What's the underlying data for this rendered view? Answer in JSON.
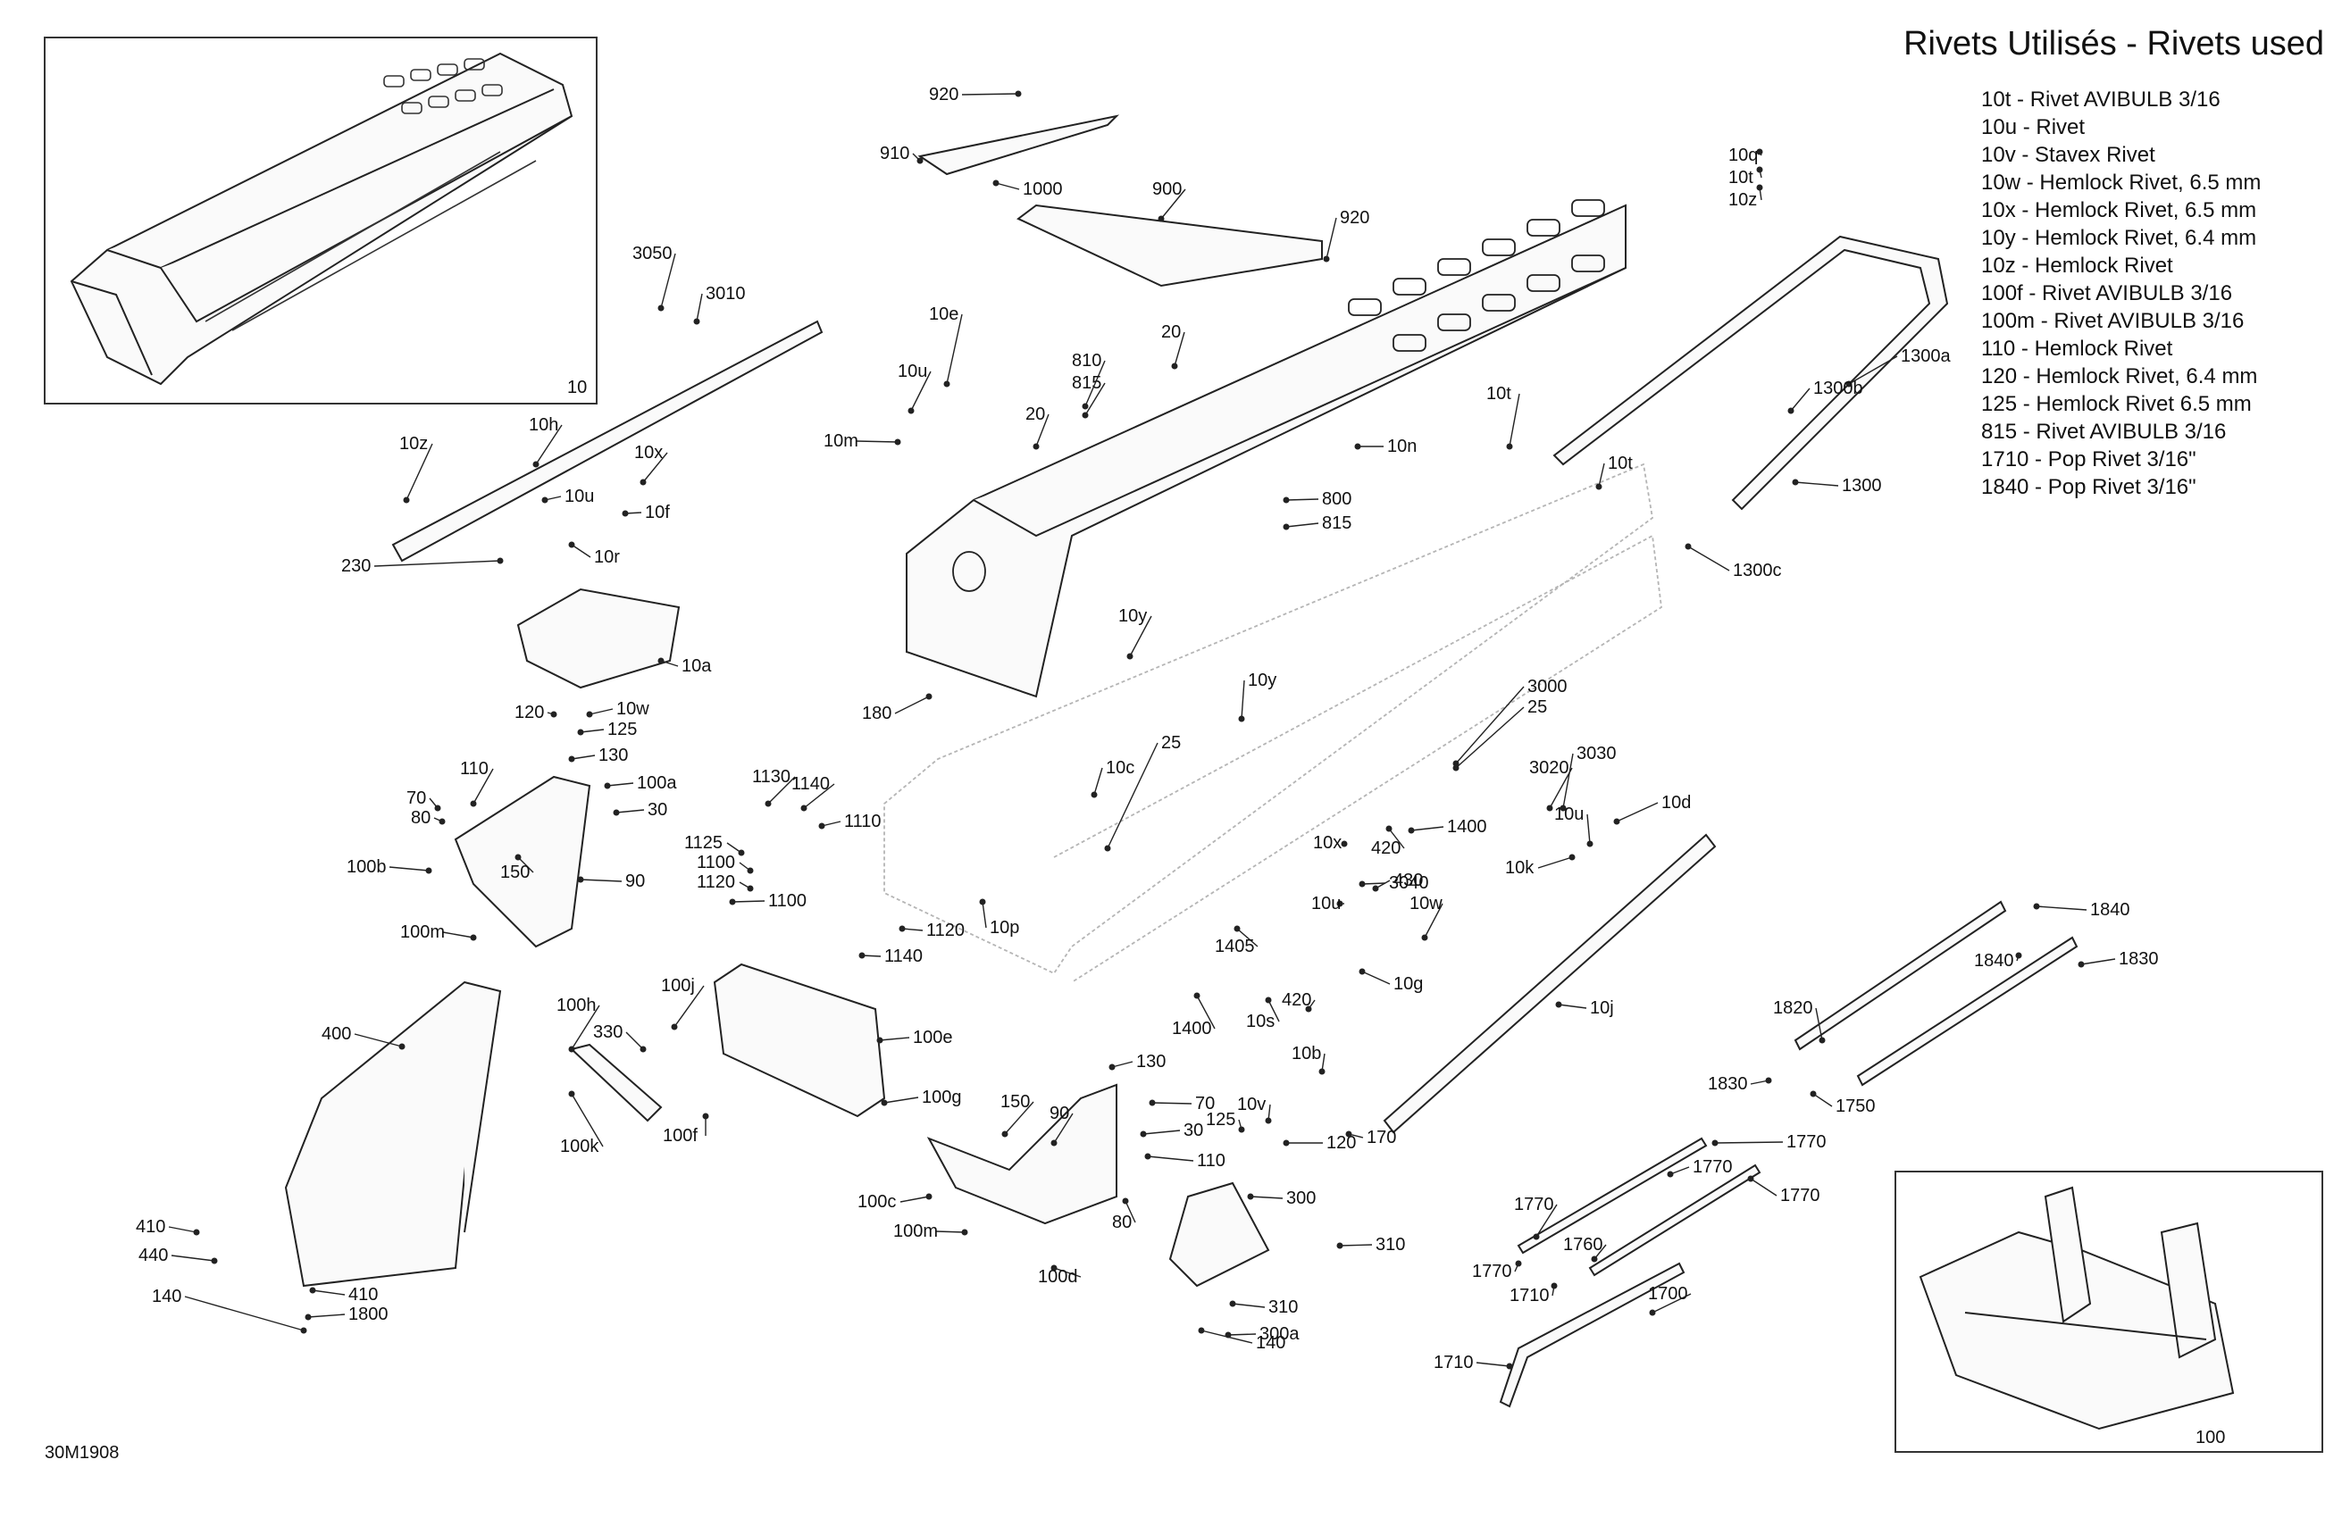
{
  "legend": {
    "title": "Rivets Utilisés - Rivets used",
    "items": [
      "10t - Rivet AVIBULB 3/16",
      "10u - Rivet",
      "10v - Stavex Rivet",
      "10w - Hemlock Rivet, 6.5 mm",
      "10x - Hemlock Rivet, 6.5 mm",
      "10y - Hemlock Rivet, 6.4 mm",
      "10z - Hemlock Rivet",
      "100f - Rivet AVIBULB 3/16",
      "100m - Rivet AVIBULB 3/16",
      "110 - Hemlock Rivet",
      "120 - Hemlock Rivet, 6.4 mm",
      "125 - Hemlock Rivet 6.5 mm",
      "815 - Rivet AVIBULB 3/16",
      "1710 - Pop Rivet 3/16\"",
      "1840 - Pop Rivet 3/16\""
    ]
  },
  "insets": {
    "top_left_label": "10",
    "bottom_right_label": "100"
  },
  "drawing_code": "30M1908",
  "callouts": [
    "920",
    "910",
    "1000",
    "900",
    "920",
    "3050",
    "3010",
    "10e",
    "10u",
    "810",
    "815",
    "20",
    "20",
    "10m",
    "10n",
    "10t",
    "10t",
    "800",
    "815",
    "10q",
    "10t",
    "10z",
    "1300a",
    "1300b",
    "1300",
    "1300c",
    "10z",
    "10h",
    "10x",
    "10u",
    "10f",
    "10r",
    "230",
    "10a",
    "120",
    "10w",
    "125",
    "130",
    "180",
    "10y",
    "10y",
    "25",
    "10c",
    "110",
    "100a",
    "70",
    "80",
    "30",
    "150",
    "100b",
    "90",
    "100m",
    "1130",
    "1140",
    "1110",
    "1125",
    "1100",
    "1120",
    "1100",
    "1120",
    "1140",
    "10p",
    "3000",
    "25",
    "3020",
    "3030",
    "10d",
    "10u",
    "10k",
    "1400",
    "420",
    "10x",
    "3040",
    "430",
    "10u",
    "10w",
    "1405",
    "10g",
    "420",
    "10s",
    "1400",
    "10j",
    "400",
    "100h",
    "100j",
    "330",
    "100e",
    "100k",
    "100f",
    "100g",
    "130",
    "150",
    "90",
    "100c",
    "100m",
    "100d",
    "30",
    "110",
    "70",
    "80",
    "10b",
    "10v",
    "125",
    "120",
    "170",
    "300",
    "310",
    "310",
    "300a",
    "140",
    "410",
    "440",
    "140",
    "410",
    "1800",
    "1840",
    "1840",
    "1830",
    "1820",
    "1830",
    "1750",
    "1770",
    "1770",
    "1770",
    "1770",
    "1760",
    "1770",
    "1710",
    "1700",
    "1710"
  ]
}
